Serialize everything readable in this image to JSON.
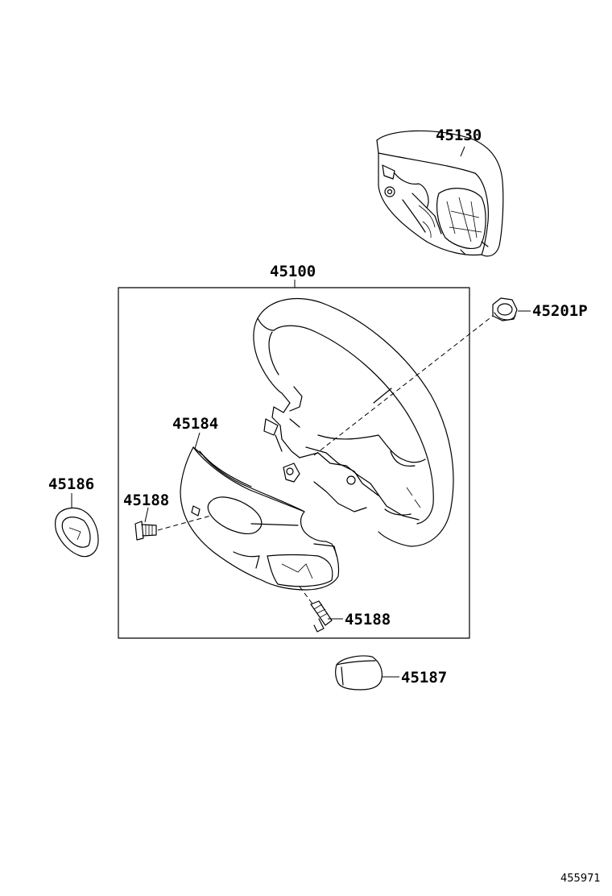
{
  "labels": {
    "p45130": "45130",
    "p45100": "45100",
    "p45201p": "45201P",
    "p45184": "45184",
    "p45186": "45186",
    "p45188a": "45188",
    "p45188b": "45188",
    "p45187": "45187"
  },
  "figure_number": "455971",
  "colors": {
    "ink": "#000000",
    "paper": "#ffffff"
  }
}
